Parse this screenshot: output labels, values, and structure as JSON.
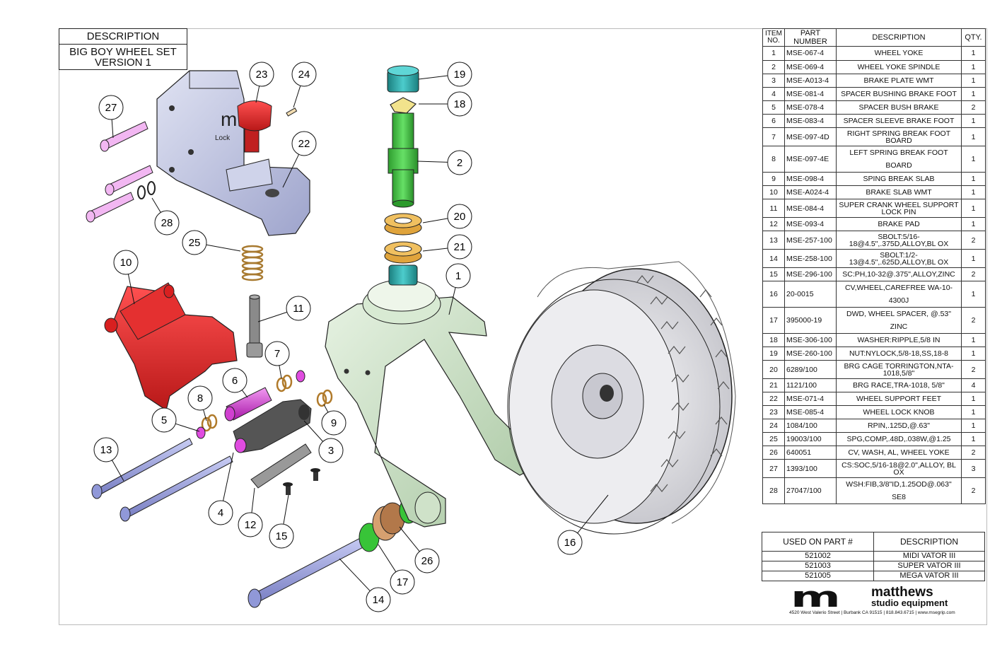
{
  "description_box": {
    "header": "DESCRIPTION",
    "line1": "BIG BOY WHEEL SET",
    "line2": "VERSION 1"
  },
  "bom": {
    "headers": {
      "item": "ITEM NO.",
      "part": "PART NUMBER",
      "desc": "DESCRIPTION",
      "qty": "QTY."
    },
    "rows": [
      {
        "item": "1",
        "part": "MSE-067-4",
        "desc": "WHEEL YOKE",
        "qty": "1"
      },
      {
        "item": "2",
        "part": "MSE-069-4",
        "desc": "WHEEL YOKE  SPINDLE",
        "qty": "1"
      },
      {
        "item": "3",
        "part": "MSE-A013-4",
        "desc": "BRAKE PLATE WMT",
        "qty": "1"
      },
      {
        "item": "4",
        "part": "MSE-081-4",
        "desc": "SPACER BUSHING BRAKE FOOT",
        "qty": "1"
      },
      {
        "item": "5",
        "part": "MSE-078-4",
        "desc": "SPACER BUSH BRAKE",
        "qty": "2"
      },
      {
        "item": "6",
        "part": "MSE-083-4",
        "desc": "SPACER SLEEVE BRAKE FOOT",
        "qty": "1"
      },
      {
        "item": "7",
        "part": "MSE-097-4D",
        "desc": "RIGHT SPRING BREAK FOOT BOARD",
        "qty": "1"
      },
      {
        "item": "8",
        "part": "MSE-097-4E",
        "desc": "LEFT SPRING BREAK FOOT BOARD",
        "qty": "1"
      },
      {
        "item": "9",
        "part": "MSE-098-4",
        "desc": "SPING BREAK SLAB",
        "qty": "1"
      },
      {
        "item": "10",
        "part": "MSE-A024-4",
        "desc": "BRAKE SLAB WMT",
        "qty": "1"
      },
      {
        "item": "11",
        "part": "MSE-084-4",
        "desc": "SUPER CRANK WHEEL SUPPORT LOCK PIN",
        "qty": "1"
      },
      {
        "item": "12",
        "part": "MSE-093-4",
        "desc": "BRAKE PAD",
        "qty": "1"
      },
      {
        "item": "13",
        "part": "MSE-257-100",
        "desc": "SBOLT:5/16-18@4.5\",.375D,ALLOY,BL OX",
        "qty": "2"
      },
      {
        "item": "14",
        "part": "MSE-258-100",
        "desc": "SBOLT:1/2-13@4.5\",.625D,ALLOY,BL OX",
        "qty": "1"
      },
      {
        "item": "15",
        "part": "MSE-296-100",
        "desc": "SC:PH,10-32@.375\",ALLOY,ZINC",
        "qty": "2"
      },
      {
        "item": "16",
        "part": "20-0015",
        "desc": "CV,WHEEL,CAREFREE WA-10-4300J",
        "qty": "1"
      },
      {
        "item": "17",
        "part": "395000-19",
        "desc": "DWD, WHEEL SPACER, @.53\" ZINC",
        "qty": "2"
      },
      {
        "item": "18",
        "part": "MSE-306-100",
        "desc": "WASHER:RIPPLE,5/8 IN",
        "qty": "1"
      },
      {
        "item": "19",
        "part": "MSE-260-100",
        "desc": "NUT:NYLOCK,5/8-18,SS,18-8",
        "qty": "1"
      },
      {
        "item": "20",
        "part": "6289/100",
        "desc": "BRG CAGE TORRINGTON,NTA-1018,5/8\"",
        "qty": "2"
      },
      {
        "item": "21",
        "part": "1121/100",
        "desc": "BRG RACE,TRA-1018, 5/8\"",
        "qty": "4"
      },
      {
        "item": "22",
        "part": "MSE-071-4",
        "desc": "WHEEL SUPPORT FEET",
        "qty": "1"
      },
      {
        "item": "23",
        "part": "MSE-085-4",
        "desc": "WHEEL LOCK KNOB",
        "qty": "1"
      },
      {
        "item": "24",
        "part": "1084/100",
        "desc": "RPIN,.125D,@.63\"",
        "qty": "1"
      },
      {
        "item": "25",
        "part": "19003/100",
        "desc": "SPG,COMP,.48D,.038W,@1.25",
        "qty": "1"
      },
      {
        "item": "26",
        "part": "640051",
        "desc": "CV, WASH, AL, WHEEL YOKE",
        "qty": "2"
      },
      {
        "item": "27",
        "part": "1393/100",
        "desc": "CS:SOC,5/16-18@2.0\",ALLOY, BL OX",
        "qty": "3"
      },
      {
        "item": "28",
        "part": "27047/100",
        "desc": "WSH:FIB,3/8\"ID,1.25OD@.063\" SE8",
        "qty": "2"
      }
    ]
  },
  "used_on": {
    "headers": {
      "part": "USED ON PART #",
      "desc": "DESCRIPTION"
    },
    "rows": [
      {
        "part": "521002",
        "desc": "MIDI VATOR III"
      },
      {
        "part": "521003",
        "desc": "SUPER VATOR III"
      },
      {
        "part": "521005",
        "desc": "MEGA VATOR III"
      }
    ]
  },
  "logo": {
    "mark": "m",
    "name": "matthews",
    "sub": "studio equipment",
    "address": "4520 West Valerio Street  |  Burbank CA 91515  |  818.843.6715  |  www.msegrip.com"
  },
  "callouts": [
    "1",
    "2",
    "3",
    "4",
    "5",
    "6",
    "7",
    "8",
    "9",
    "10",
    "11",
    "12",
    "13",
    "14",
    "15",
    "16",
    "17",
    "18",
    "19",
    "20",
    "21",
    "22",
    "23",
    "24",
    "25",
    "26",
    "27",
    "28"
  ],
  "lock_label": {
    "m": "m",
    "text": "Lock"
  },
  "colors": {
    "blue_part": "#b9bfde",
    "red_part": "#e03030",
    "green_part": "#cfe6c8",
    "bright_green": "#4cd14c",
    "magenta": "#e04ce0",
    "teal": "#2aa7a7",
    "gold": "#e0a43c",
    "wheel": "#e9e9ec"
  }
}
